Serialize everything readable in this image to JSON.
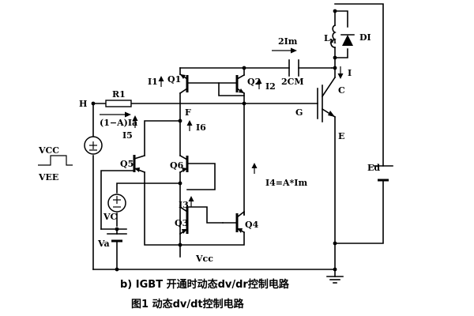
{
  "diagram": {
    "labels": {
      "vcc_in": "VCC",
      "vee_in": "VEE",
      "h": "H",
      "r1": "R1",
      "i_fwd": "(1−A)Ia",
      "i5": "I5",
      "i1": "I1",
      "q1": "Q1",
      "q2": "Q2",
      "i2": "I2",
      "f": "F",
      "i6": "I6",
      "q5": "Q5",
      "q6": "Q6",
      "i3": "I3",
      "vc": "VC",
      "q3": "Q3",
      "q4": "Q4",
      "va": "Va",
      "vcc_bias": "Vcc",
      "i4": "I4=A*Im",
      "two_im": "2Im",
      "two_cm": "2CM",
      "g": "G",
      "c": "C",
      "e": "E",
      "i": "I",
      "l": "L",
      "m_sub": "M",
      "di": "DI",
      "ed": "Ed"
    },
    "captions": {
      "sub": "b) IGBT 开通时动态dv/dr控制电路",
      "main": "图1  动态dv/dt控制电路"
    }
  }
}
